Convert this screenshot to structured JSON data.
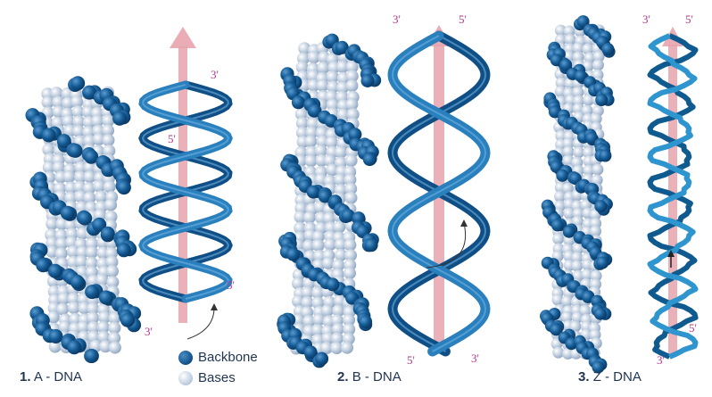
{
  "labels": {
    "a_dna": {
      "num": "1.",
      "text": "A - DNA"
    },
    "b_dna": {
      "num": "2.",
      "text": "B - DNA"
    },
    "z_dna": {
      "num": "3.",
      "text": "Z - DNA"
    }
  },
  "legend": {
    "backbone": "Backbone",
    "bases": "Bases"
  },
  "ends": {
    "three": "3'",
    "five": "5'"
  },
  "colors": {
    "backbone": "#0f4f86",
    "bases": "#b9c9dc",
    "axis": "#e8a3ad",
    "ribbon_dark": "#0e4c7c",
    "ribbon_light": "#2e8bc6",
    "end_label": "#b5348e"
  }
}
